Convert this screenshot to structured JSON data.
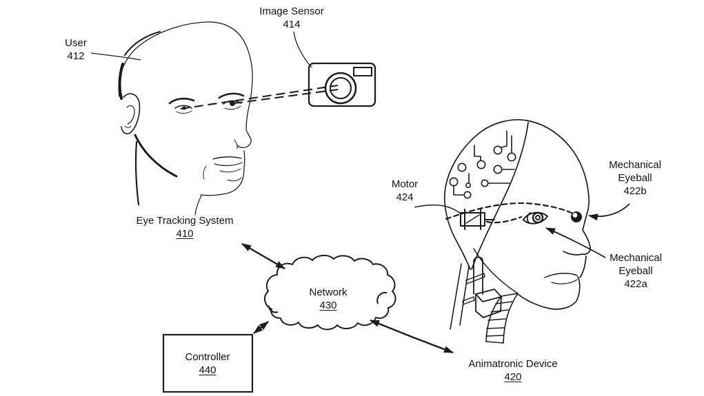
{
  "colors": {
    "background": "#ffffff",
    "ink": "#1b1b1b"
  },
  "labels": {
    "user": {
      "name": "User",
      "ref": "412"
    },
    "image_sensor": {
      "name": "Image Sensor",
      "ref": "414"
    },
    "eye_tracking_system": {
      "name": "Eye Tracking System",
      "ref": "410"
    },
    "network": {
      "name": "Network",
      "ref": "430"
    },
    "controller": {
      "name": "Controller",
      "ref": "440"
    },
    "animatronic_device": {
      "name": "Animatronic Device",
      "ref": "420"
    },
    "motor": {
      "name": "Motor",
      "ref": "424"
    },
    "mechanical_eyeball_b": {
      "line1": "Mechanical",
      "line2": "Eyeball",
      "ref": "422b"
    },
    "mechanical_eyeball_a": {
      "line1": "Mechanical",
      "line2": "Eyeball",
      "ref": "422a"
    }
  }
}
